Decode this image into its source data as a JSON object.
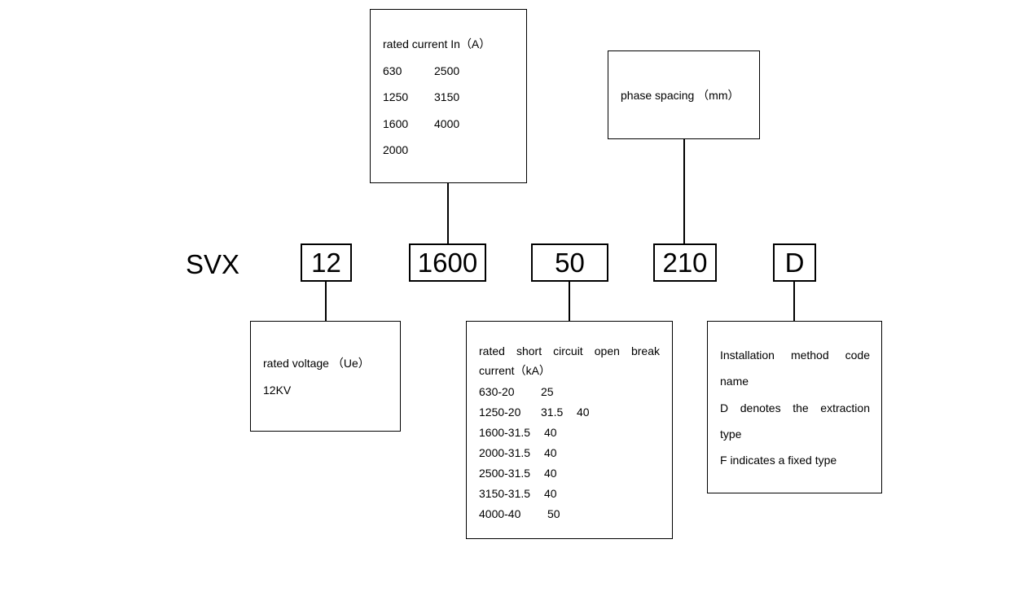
{
  "prefix": "SVX",
  "codes": {
    "voltage": "12",
    "current": "1600",
    "breaking": "50",
    "spacing": "210",
    "install": "D"
  },
  "rated_current": {
    "title": "rated current In（A）",
    "col1": [
      "630",
      "1250",
      "1600",
      "2000"
    ],
    "col2": [
      "2500",
      "3150",
      "4000"
    ]
  },
  "phase_spacing": {
    "title": "phase spacing （mm）"
  },
  "rated_voltage": {
    "title": "rated voltage （Ue）",
    "value": "12KV"
  },
  "breaking_current": {
    "title_words": [
      "rated",
      "short",
      "circuit",
      "open",
      "break"
    ],
    "title_line2": "current（kA）",
    "rows": [
      {
        "code": "630-20",
        "v1": "25",
        "v2": ""
      },
      {
        "code": "1250-20",
        "v1": "31.5",
        "v2": "40"
      },
      {
        "code": "1600-31.5",
        "v1": "40",
        "v2": ""
      },
      {
        "code": "2000-31.5",
        "v1": "40",
        "v2": ""
      },
      {
        "code": "2500-31.5",
        "v1": "40",
        "v2": ""
      },
      {
        "code": "3150-31.5",
        "v1": "40",
        "v2": ""
      },
      {
        "code": "4000-40",
        "v1": "50",
        "v2": ""
      }
    ]
  },
  "installation": {
    "line1_words": [
      "Installation",
      "method",
      "code"
    ],
    "line2": "name",
    "line3_words": [
      "D",
      "denotes",
      "the",
      "extraction"
    ],
    "line4": "type",
    "line5": "F indicates a fixed type"
  }
}
